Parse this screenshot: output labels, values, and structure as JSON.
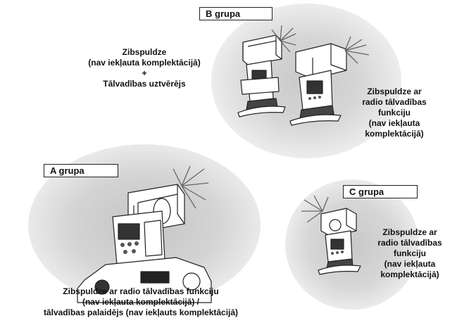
{
  "groups": {
    "b": {
      "label": "B grupa",
      "left_caption": [
        "Zibspuldze",
        "(nav iekļauta komplektācijā)",
        "+",
        "Tālvadības uztvērējs"
      ],
      "right_caption": [
        "Zibspuldze ar",
        "radio tālvadības",
        "funkciju",
        "(nav iekļauta",
        "komplektācijā)"
      ]
    },
    "a": {
      "label": "A grupa",
      "caption": [
        "Zibspuldze ar radio tālvadības funkciju",
        "(nav iekļauta komplektācijā) /",
        "tālvadības palaidējs (nav iekļauts komplektācijā)"
      ]
    },
    "c": {
      "label": "C grupa",
      "caption": [
        "Zibspuldze ar",
        "radio tālvadības",
        "funkciju",
        "(nav iekļauta",
        "komplektācijā)"
      ]
    }
  }
}
